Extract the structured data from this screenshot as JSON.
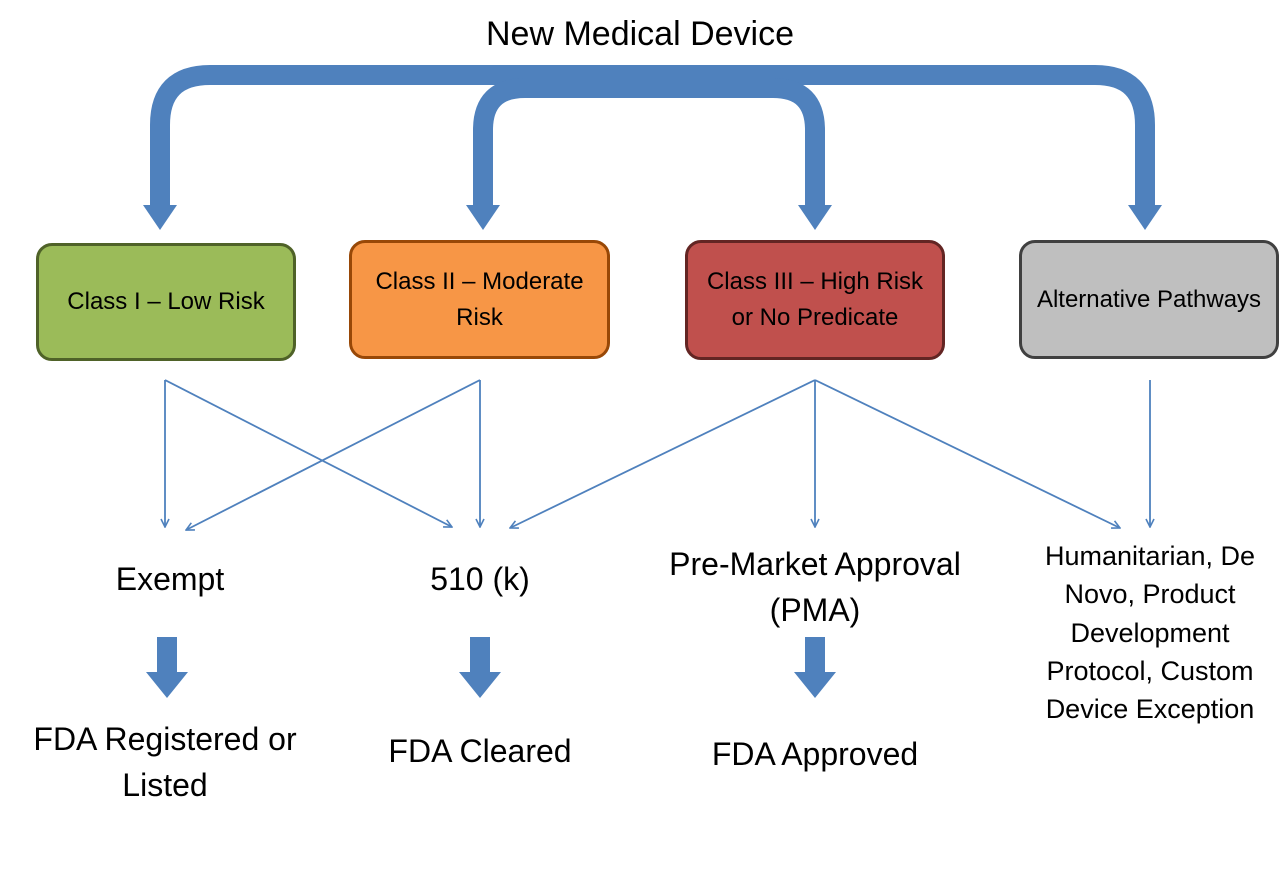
{
  "title": "New Medical Device",
  "colors": {
    "arrow": "#4F81BD",
    "class1_fill": "#9BBB59",
    "class2_fill": "#F79646",
    "class3_fill": "#C0504D",
    "alt_fill": "#BFBFBF"
  },
  "classes": {
    "class1": "Class I – Low Risk",
    "class2": "Class II – Moderate Risk",
    "class3": "Class III – High Risk or No Predicate",
    "alt": "Alternative Pathways"
  },
  "pathways": {
    "exempt": "Exempt",
    "k510": "510 (k)",
    "pma": "Pre-Market Approval (PMA)",
    "alt": "Humanitarian, De Novo, Product Development Protocol, Custom Device Exception"
  },
  "results": {
    "exempt": "FDA Registered or Listed",
    "k510": "FDA Cleared",
    "pma": "FDA Approved"
  }
}
